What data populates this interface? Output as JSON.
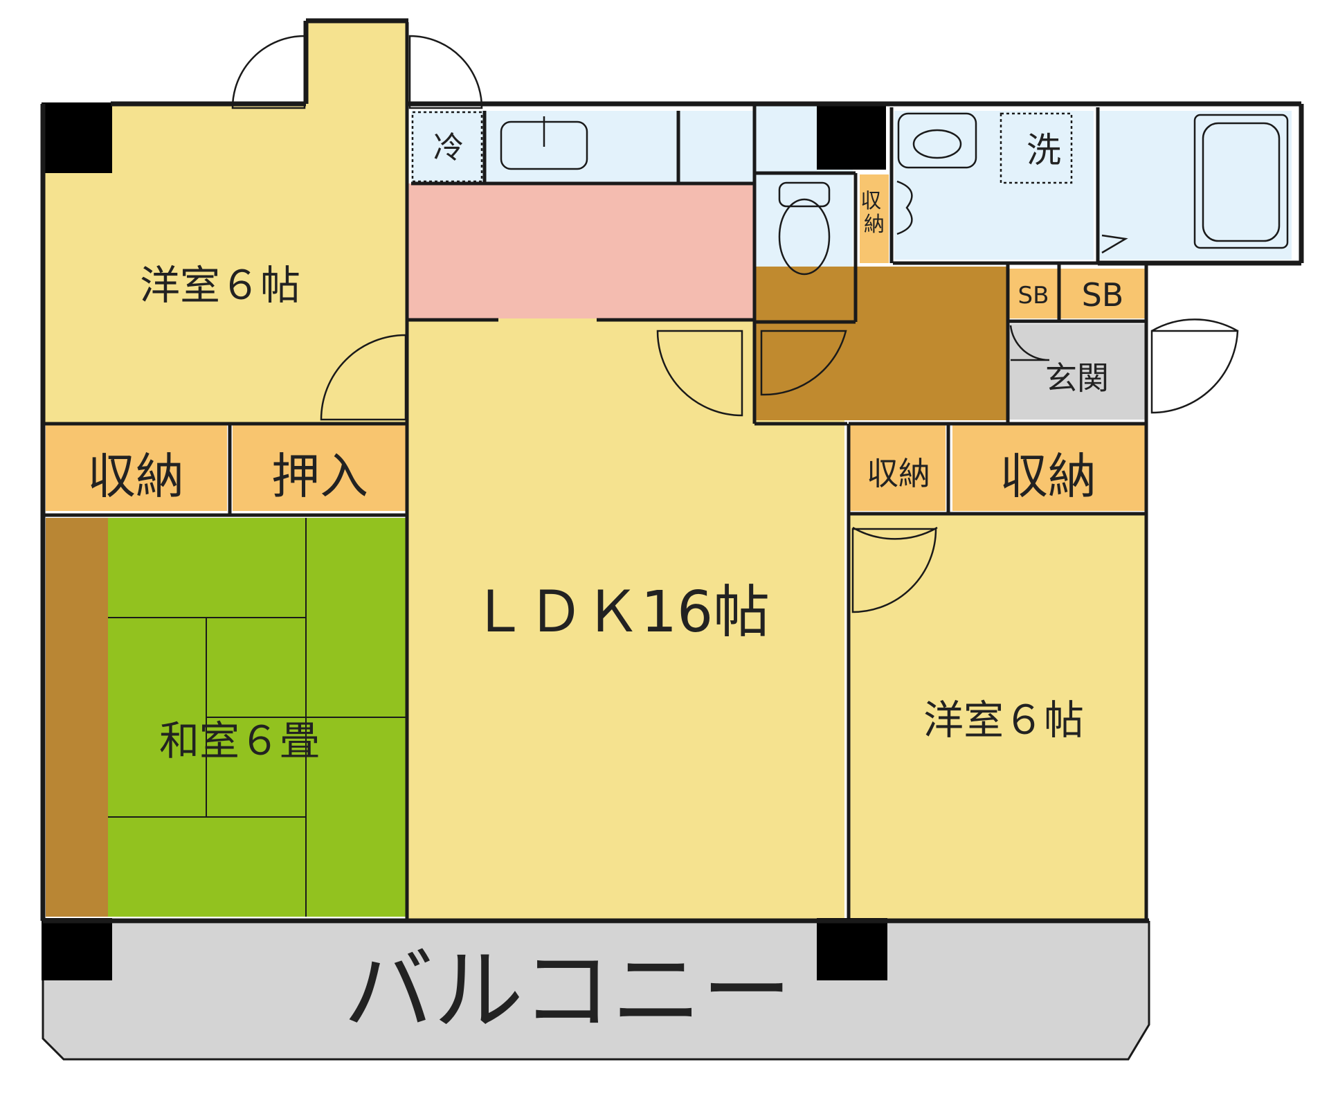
{
  "colors": {
    "western": "#f5e28f",
    "kitchen": "#f4bcb0",
    "wet": "#e3f2fb",
    "storage": "#f8c56f",
    "hall": "#c08a2f",
    "entrance": "#d3d3d3",
    "tatami": "#92c21f",
    "tokonoma": "#b98634",
    "balcony": "#d4d4d4"
  },
  "rooms": {
    "western_a": "洋室６帖",
    "western_b": "洋室６帖",
    "ldk": "ＬＤＫ16帖",
    "washitsu": "和室６畳",
    "genkan": "玄関",
    "balcony": "バルコニー"
  },
  "storage": {
    "shuno_left": "収納",
    "oshiire": "押入",
    "shuno_small": "収納",
    "shuno_right": "収納",
    "shuno_vertical": "収納",
    "sb_small": "SB",
    "sb_large": "SB"
  },
  "fixtures": {
    "fridge": "冷",
    "washer": "洗"
  },
  "icons": [
    "sink-icon",
    "toilet-icon",
    "washbasin-icon",
    "bathtub-icon",
    "door-swing-icon"
  ]
}
